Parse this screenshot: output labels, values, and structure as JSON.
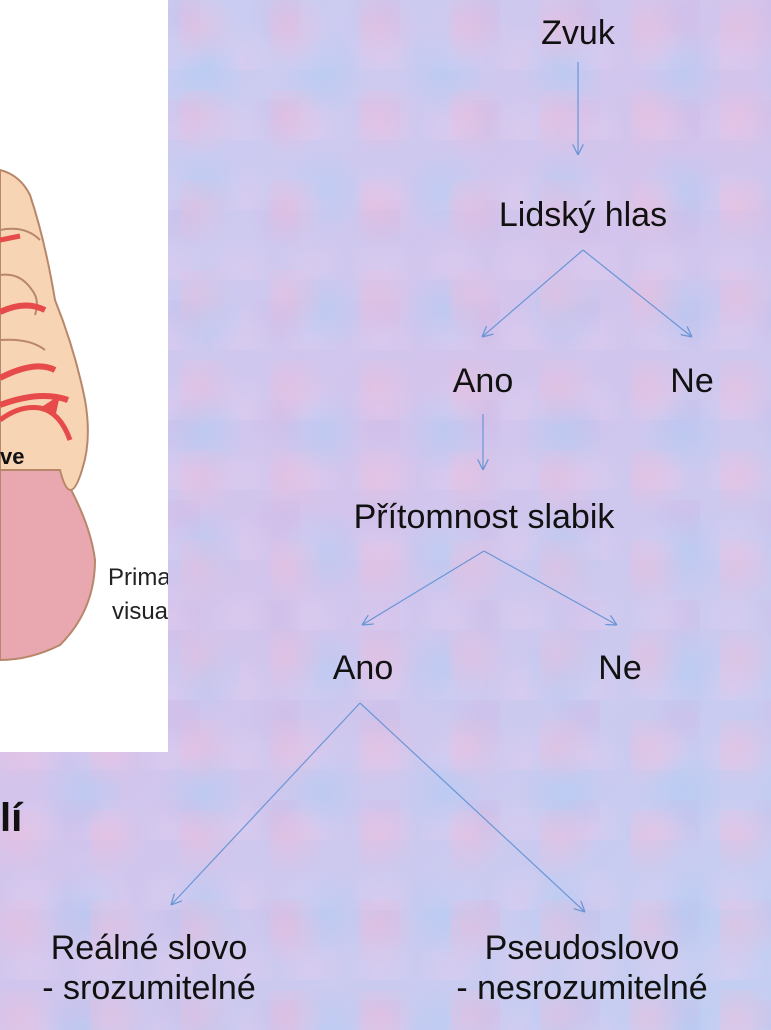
{
  "panel": {
    "label_ve": "ve",
    "label_primary": "Primary",
    "label_visual": "visual"
  },
  "fragment": {
    "title": "lí"
  },
  "tree": {
    "root": "Zvuk",
    "voice": "Lidský hlas",
    "voice_yes": "Ano",
    "voice_no": "Ne",
    "syllables": "Přítomnost slabik",
    "syll_yes": "Ano",
    "syll_no": "Ne",
    "real_word": "Reálné slovo",
    "real_word_sub": "- srozumitelné",
    "pseudo_word": "Pseudoslovo",
    "pseudo_word_sub": "- nesrozumitelné"
  },
  "colors": {
    "edge": "#6a96d6",
    "brain_fill": "#f7d4b4",
    "brain_outline": "#b8876a",
    "brain_arrows": "#e64a4a",
    "brain_lower": "#e9a8b0"
  }
}
